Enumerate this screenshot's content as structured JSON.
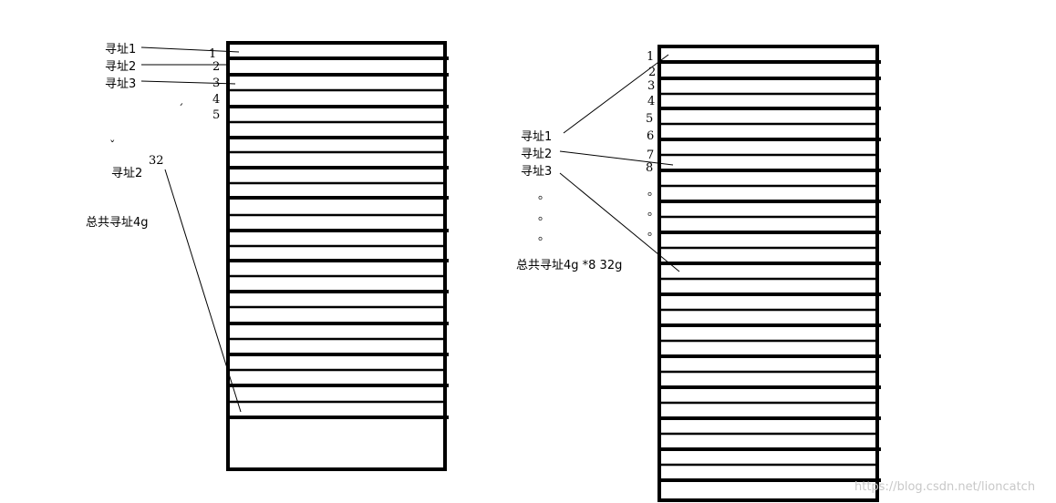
{
  "left": {
    "labels": [
      "寻址1",
      "寻址2",
      "寻址3"
    ],
    "numbers": [
      "1",
      "2",
      "3",
      "4",
      "5"
    ],
    "label2": "寻址2",
    "num32": "32",
    "total": "总共寻址4g"
  },
  "right": {
    "labels": [
      "寻址1",
      "寻址2",
      "寻址3"
    ],
    "numbers": [
      "1",
      "2",
      "3",
      "4",
      "5",
      "6",
      "7",
      "8"
    ],
    "dots": [
      "。",
      "。",
      "。"
    ],
    "dots2": [
      "。",
      "。",
      "。"
    ],
    "total": "总共寻址4g *8  32g"
  },
  "watermark": "https://blog.csdn.net/lioncatch",
  "colors": {
    "ink": "#000000",
    "watermark": "#c8c8c8"
  }
}
